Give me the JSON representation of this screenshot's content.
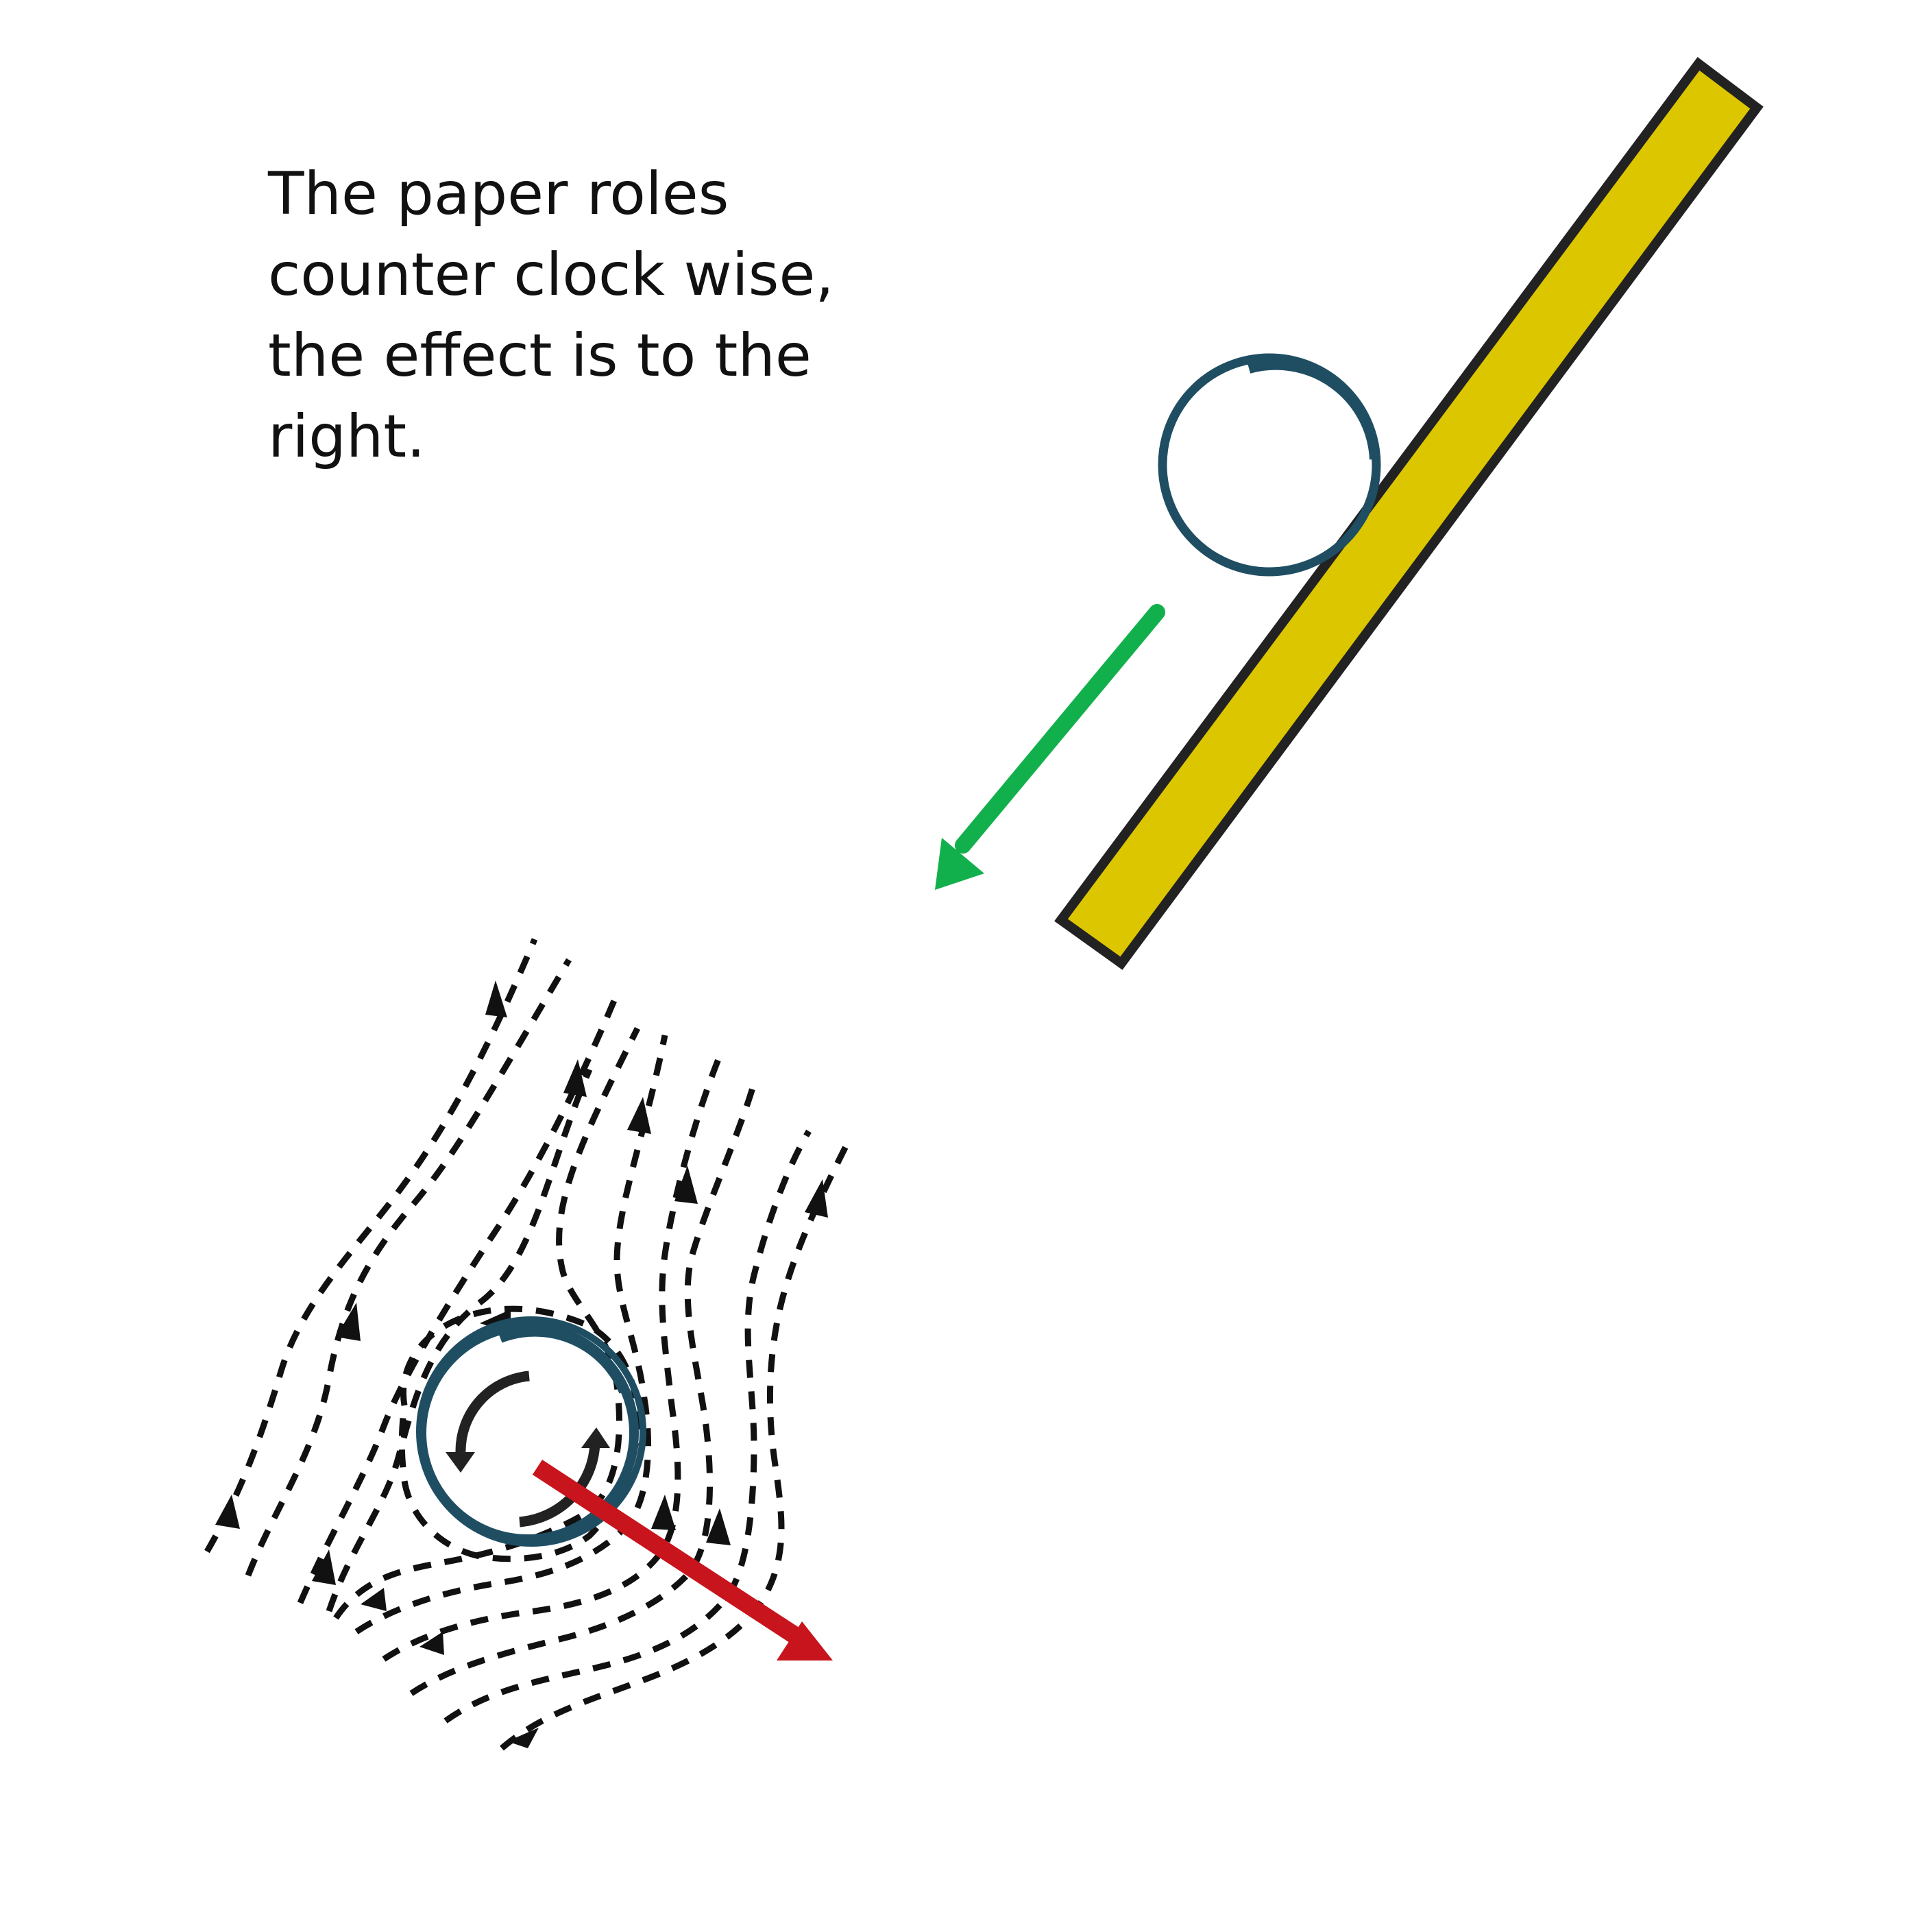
{
  "caption": {
    "lines": [
      "The paper roles",
      "counter clock wise,",
      "the effect is to the",
      "right."
    ]
  },
  "colors": {
    "background": "#ffffff",
    "text": "#111111",
    "ruler_fill": "#dcc600",
    "ruler_stroke": "#222222",
    "paper_roll": "#1f4e63",
    "motion_arrow": "#12b04c",
    "force_arrow": "#c8141c",
    "rotation_arrows": "#222222",
    "flow_lines": "#111111"
  },
  "elements": {
    "ruler": "inclined-ramp",
    "roll_top": "paper-roll-on-ramp",
    "motion_arrow": "green-motion-arrow",
    "roll_bottom": "spinning-paper-roll",
    "rotation": "counter-clockwise",
    "flow": "dashed-airflow-streamlines",
    "force_arrow": "red-magnus-force-arrow"
  }
}
